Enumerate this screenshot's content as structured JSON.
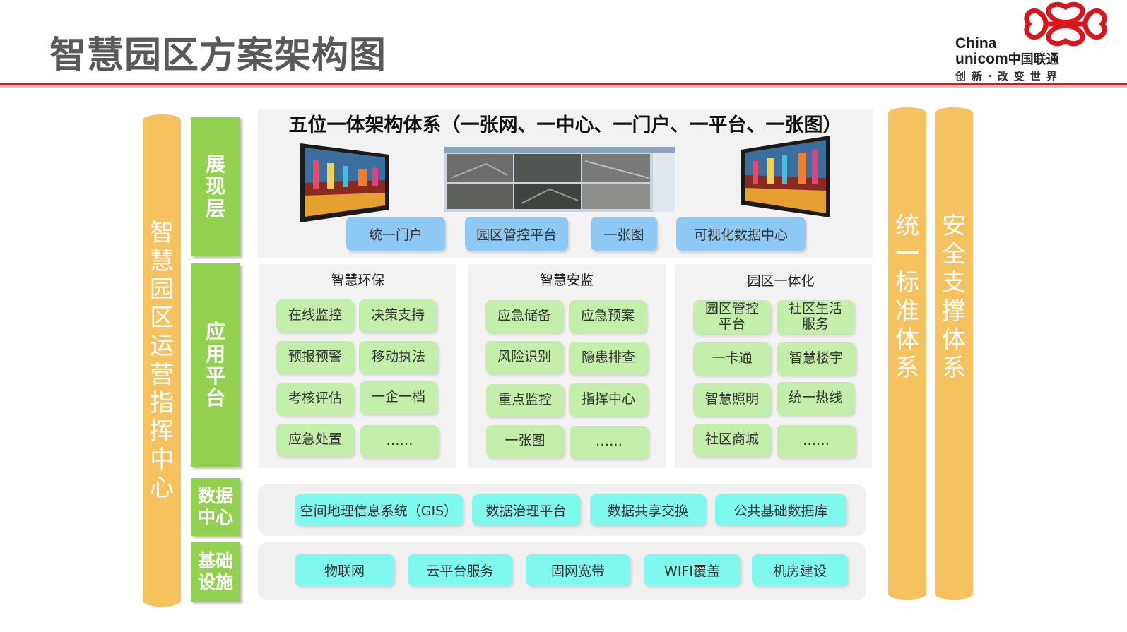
{
  "title": "智慧园区方案架构图",
  "logo": {
    "en_line1": "China",
    "en_line2": "unicom",
    "cn_name": "中国联通",
    "slogan": "创新·改变世界",
    "colors": {
      "red": "#d7161d"
    }
  },
  "pillars": {
    "left": "智慧园区运营指挥中心",
    "right1": "统一标准体系",
    "right2": "安全支撑体系",
    "color": "#f5c25f"
  },
  "layers": {
    "display": "展现层",
    "application": "应用平台",
    "data_center": "数据中心",
    "infrastructure": "基础设施",
    "color": "#92d050"
  },
  "display_layer": {
    "architecture_title": "五位一体架构体系（一张网、一中心、一门户、一平台、一张图）",
    "buttons": [
      "统一门户",
      "园区管控平台",
      "一张图",
      "可视化数据中心"
    ]
  },
  "application_layer": {
    "columns": [
      {
        "title": "智慧环保",
        "items": [
          "在线监控",
          "决策支持",
          "预报预警",
          "移动执法",
          "考核评估",
          "一企一档",
          "应急处置",
          "……"
        ]
      },
      {
        "title": "智慧安监",
        "items": [
          "应急储备",
          "应急预案",
          "风险识别",
          "隐患排查",
          "重点监控",
          "指挥中心",
          "一张图",
          "……"
        ]
      },
      {
        "title": "园区一体化",
        "items": [
          "园区管控平台",
          "社区生活服务",
          "一卡通",
          "智慧楼宇",
          "智慧照明",
          "统一热线",
          "社区商城",
          "……"
        ]
      }
    ]
  },
  "data_center_layer": {
    "items": [
      "空间地理信息系统（GIS）",
      "数据治理平台",
      "数据共享交换",
      "公共基础数据库"
    ]
  },
  "infrastructure_layer": {
    "items": [
      "物联网",
      "云平台服务",
      "固网宽带",
      "WIFI覆盖",
      "机房建设"
    ]
  },
  "colors": {
    "blue_button": "#8ec9f5",
    "cyan_button": "#7ff8ee",
    "green_button": "#c3efaa",
    "panel": "#f2f2f2"
  }
}
